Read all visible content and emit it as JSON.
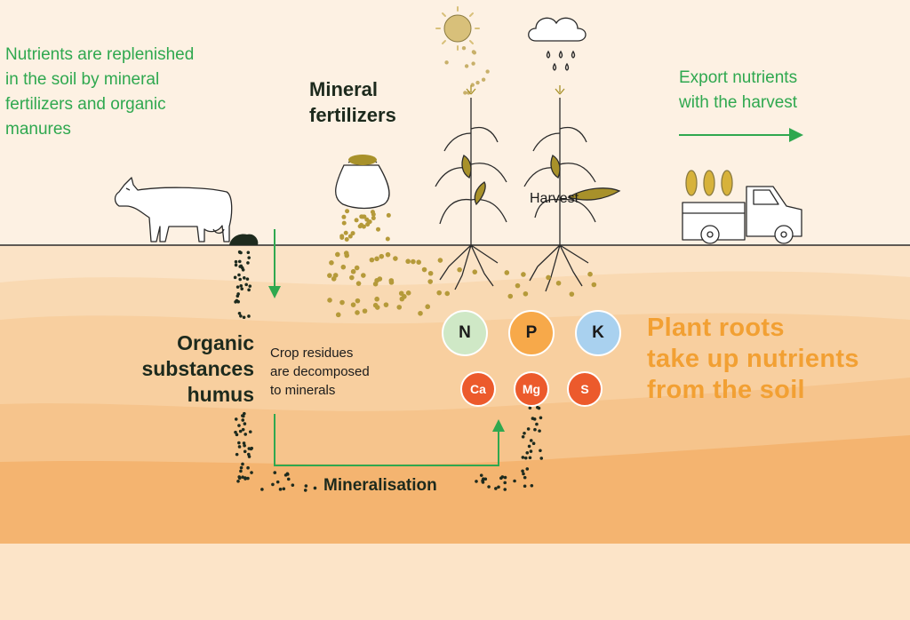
{
  "texts": {
    "replenish": "Nutrients are replenished in the soil by mineral fertilizers and organic manures",
    "mineral_fertilizers_line1": "Mineral",
    "mineral_fertilizers_line2": "fertilizers",
    "export_line1": "Export nutrients",
    "export_line2": "with the harvest",
    "harvest": "Harvest",
    "organic_line1": "Organic",
    "organic_line2": "substances",
    "organic_line3": "humus",
    "crop_residues_line1": "Crop residues",
    "crop_residues_line2": "are decomposed",
    "crop_residues_line3": "to minerals",
    "mineralisation": "Mineralisation",
    "roots_line1": "Plant roots",
    "roots_line2": "take up nutrients",
    "roots_line3": "from the soil"
  },
  "nutrients": {
    "primary": [
      {
        "symbol": "N",
        "color": "#cfe8c6"
      },
      {
        "symbol": "P",
        "color": "#f7a94a"
      },
      {
        "symbol": "K",
        "color": "#a9d1ef"
      }
    ],
    "secondary": [
      {
        "symbol": "Ca",
        "color": "#ec5a2c"
      },
      {
        "symbol": "Mg",
        "color": "#ec5a2c"
      },
      {
        "symbol": "S",
        "color": "#ec5a2c"
      }
    ]
  },
  "colors": {
    "accent_green": "#2fa84f",
    "accent_orange": "#f2a033",
    "soil_light": "#fbe3c6",
    "soil_mid": "#f6c993",
    "soil_dark": "#f4b46e",
    "sky": "#fdf1e3",
    "fertilizer_dot": "#b59a3a",
    "leaf_olive": "#a8912a"
  },
  "icons": [
    "cow-icon",
    "manure-pile-icon",
    "fertilizer-bag-icon",
    "sun-icon",
    "rain-cloud-icon",
    "maize-plant-icon",
    "truck-with-corn-icon",
    "arrow-right-icon",
    "arrow-down-icon",
    "arrow-up-icon"
  ]
}
